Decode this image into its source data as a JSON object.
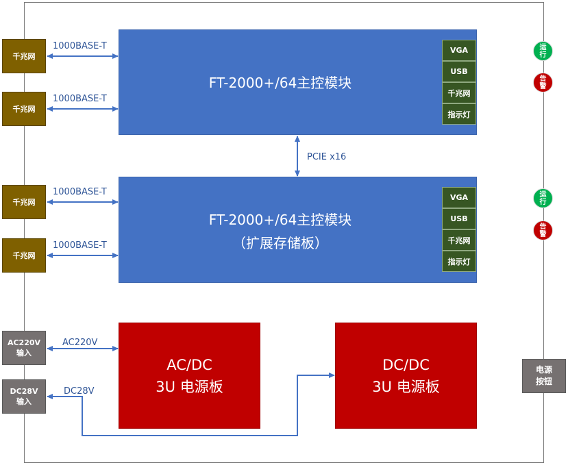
{
  "colors": {
    "module_blue": "#4472c4",
    "submodule_green": "#375623",
    "port_olive": "#7f6000",
    "power_red": "#c00000",
    "gray_port": "#767171",
    "led_green": "#00b050",
    "led_red": "#c00000",
    "connector_blue": "#4472c4"
  },
  "network_ports": [
    {
      "label": "千兆网",
      "link_label": "1000BASE-T"
    },
    {
      "label": "千兆网",
      "link_label": "1000BASE-T"
    },
    {
      "label": "千兆网",
      "link_label": "1000BASE-T"
    },
    {
      "label": "千兆网",
      "link_label": "1000BASE-T"
    }
  ],
  "main_module": {
    "title": "FT-2000+/64主控模块",
    "subports": [
      "VGA",
      "USB",
      "千兆网",
      "指示灯"
    ]
  },
  "expansion_module": {
    "title_line1": "FT-2000+/64主控模块",
    "title_line2": "（扩展存储板）",
    "subports": [
      "VGA",
      "USB",
      "千兆网",
      "指示灯"
    ]
  },
  "bus_link": {
    "label": "PCIE x16"
  },
  "indicators": [
    {
      "text": "运行",
      "color": "green"
    },
    {
      "text": "告警",
      "color": "red"
    },
    {
      "text": "运行",
      "color": "green"
    },
    {
      "text": "告警",
      "color": "red"
    }
  ],
  "power_inputs": [
    {
      "label_line1": "AC220V",
      "label_line2": "输入",
      "link_label": "AC220V"
    },
    {
      "label_line1": "DC28V",
      "label_line2": "输入",
      "link_label": "DC28V"
    }
  ],
  "power_boards": [
    {
      "line1": "AC/DC",
      "line2": "3U 电源板"
    },
    {
      "line1": "DC/DC",
      "line2": "3U 电源板"
    }
  ],
  "power_button": {
    "line1": "电源",
    "line2": "按钮"
  }
}
